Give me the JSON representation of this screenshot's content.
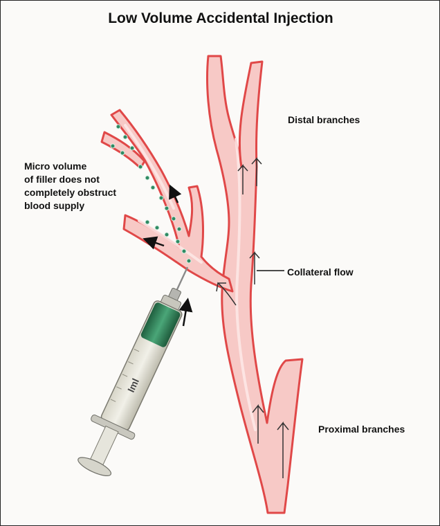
{
  "title": "Low Volume Accidental Injection",
  "labels": {
    "distal": "Distal branches",
    "micro": "Micro volume\nof filler does not\ncompletely  obstruct\nblood supply",
    "collateral": "Collateral flow",
    "proximal": "Proximal branches"
  },
  "syringe": {
    "marking": "Iml"
  },
  "colors": {
    "vessel_outline": "#e04848",
    "vessel_fill": "#f7c7c5",
    "filler_dot": "#2f8a63",
    "syringe_fluid": "#2f7f57"
  }
}
